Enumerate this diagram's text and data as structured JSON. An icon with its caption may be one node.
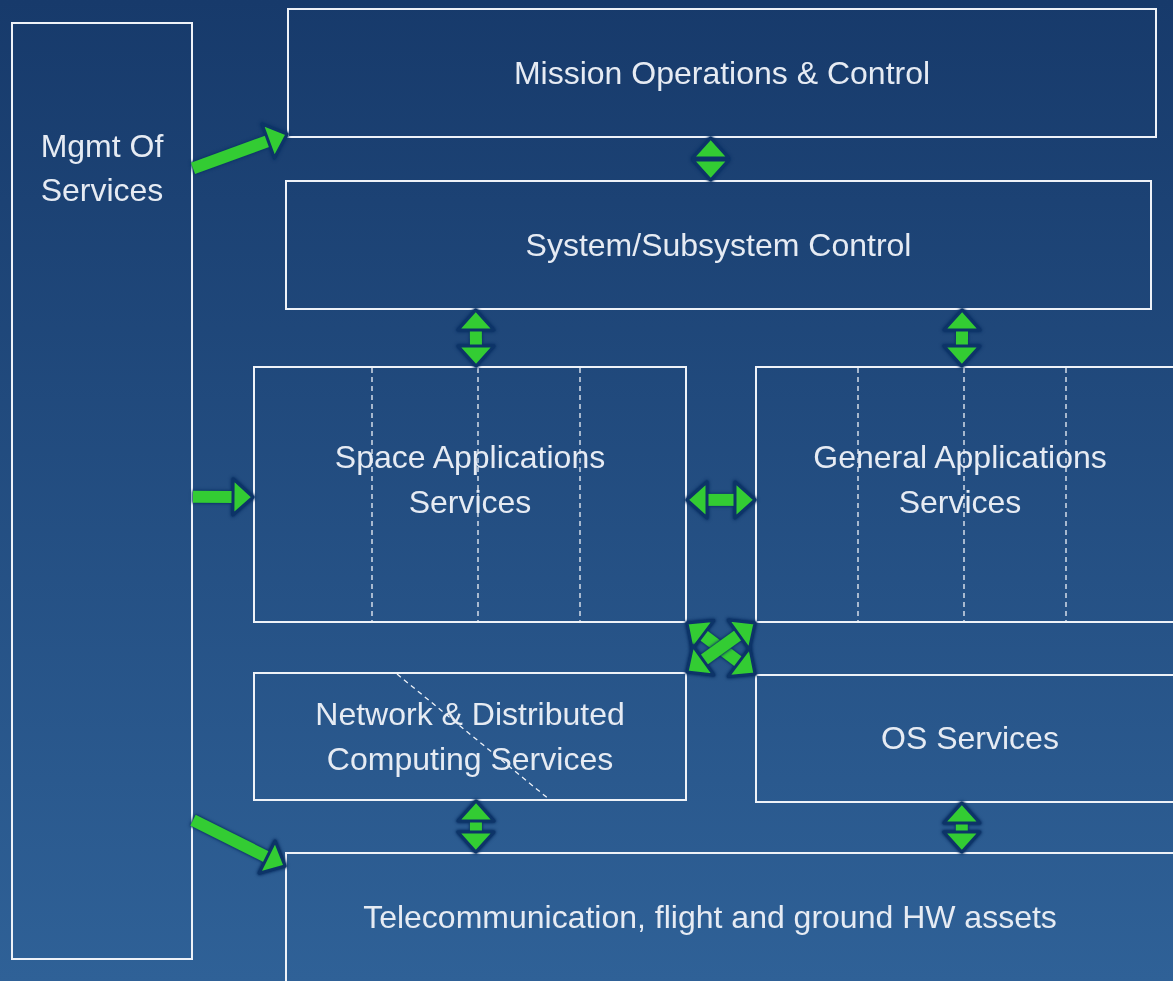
{
  "diagram": {
    "nodes": [
      {
        "text": [
          "Mgmt Of Services"
        ]
      },
      {
        "text": [
          "Mission Operations & Control"
        ]
      },
      {
        "text": [
          "System/Subsystem Control"
        ]
      },
      {
        "text": [
          "Space Applications Services"
        ]
      },
      {
        "text": [
          "General Applications Services"
        ]
      },
      {
        "text": [
          "Network & Distributed Computing Services"
        ]
      },
      {
        "text": [
          "OS Services"
        ]
      },
      {
        "text": [
          "Telecommunication, flight and ground HW assets"
        ]
      }
    ],
    "edges": [
      {
        "from": 0,
        "to": 1,
        "arrow": "to"
      },
      {
        "from": 1,
        "to": 2,
        "arrow": "both"
      },
      {
        "from": 2,
        "to": 3,
        "arrow": "both"
      },
      {
        "from": 2,
        "to": 4,
        "arrow": "both"
      },
      {
        "from": 0,
        "to": 3,
        "arrow": "to"
      },
      {
        "from": 3,
        "to": 4,
        "arrow": "both"
      },
      {
        "from": 3,
        "to": 6,
        "arrow": "both"
      },
      {
        "from": 4,
        "to": 5,
        "arrow": "both"
      },
      {
        "from": 0,
        "to": 7,
        "arrow": "to"
      },
      {
        "from": 5,
        "to": 7,
        "arrow": "both"
      },
      {
        "from": 6,
        "to": 7,
        "arrow": "both"
      }
    ]
  }
}
